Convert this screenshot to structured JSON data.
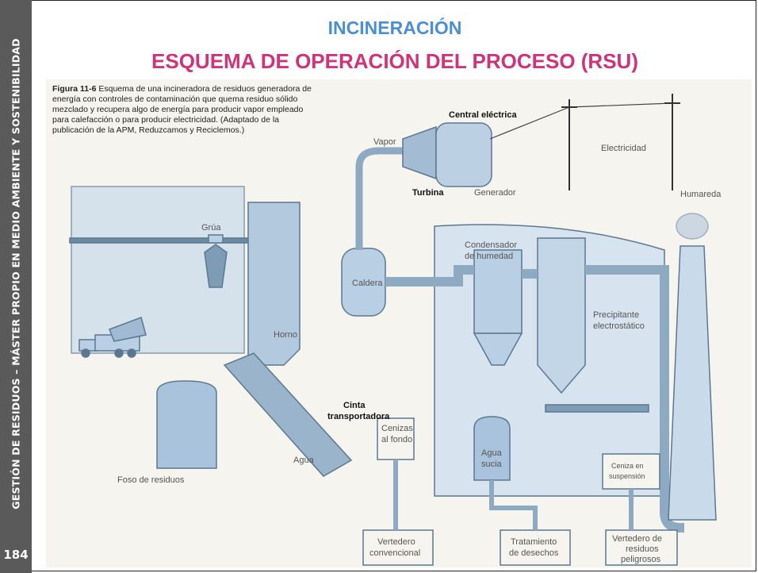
{
  "sidebar": {
    "vertical_text": "GESTIÓN DE RESIDUOS – MÁSTER PROPIO EN MEDIO AMBIENTE Y SOSTENIBILIDAD",
    "page_number": "184"
  },
  "header": {
    "title": "INCINERACIÓN",
    "subtitle": "ESQUEMA DE OPERACIÓN DEL PROCESO (RSU)"
  },
  "figure": {
    "caption_label": "Figura 11-6",
    "caption_text": "Esquema de una incineradora de residuos generadora de energía con controles de contaminación que quema residuo sólido mezclado y recupera algo de energía para producir vapor empleado para calefacción o para producir electricidad. (Adaptado de la publicación de la APM, Reduzcamos y Reciclemos.)",
    "labels": {
      "central": "Central eléctrica",
      "vapor": "Vapor",
      "electricidad": "Electricidad",
      "turbina": "Turbina",
      "generador": "Generador",
      "humareda": "Humareda",
      "grua": "Grúa",
      "condensador_1": "Condensador",
      "condensador_2": "de humedad",
      "caldera": "Caldera",
      "horno": "Horno",
      "precipitante_1": "Precipitante",
      "precipitante_2": "electrostático",
      "cinta_1": "Cinta",
      "cinta_2": "transportadora",
      "agua": "Agua",
      "cenizas_1": "Cenizas",
      "cenizas_2": "al fondo",
      "agua_sucia_1": "Agua",
      "agua_sucia_2": "sucia",
      "ceniza_susp_1": "Ceniza en",
      "ceniza_susp_2": "suspensión",
      "foso": "Foso de residuos",
      "vertedero_conv_1": "Vertedero",
      "vertedero_conv_2": "convencional",
      "tratamiento_1": "Tratamiento",
      "tratamiento_2": "de desechos",
      "vertedero_pel_1": "Vertedero de",
      "vertedero_pel_2": "residuos",
      "vertedero_pel_3": "peligrosos"
    }
  },
  "colors": {
    "title": "#4a8fd6",
    "subtitle": "#d0337a",
    "sidebar": "#5a5a5a",
    "diagram_fill": "#b9cfe4",
    "diagram_stroke": "#5b7890"
  }
}
